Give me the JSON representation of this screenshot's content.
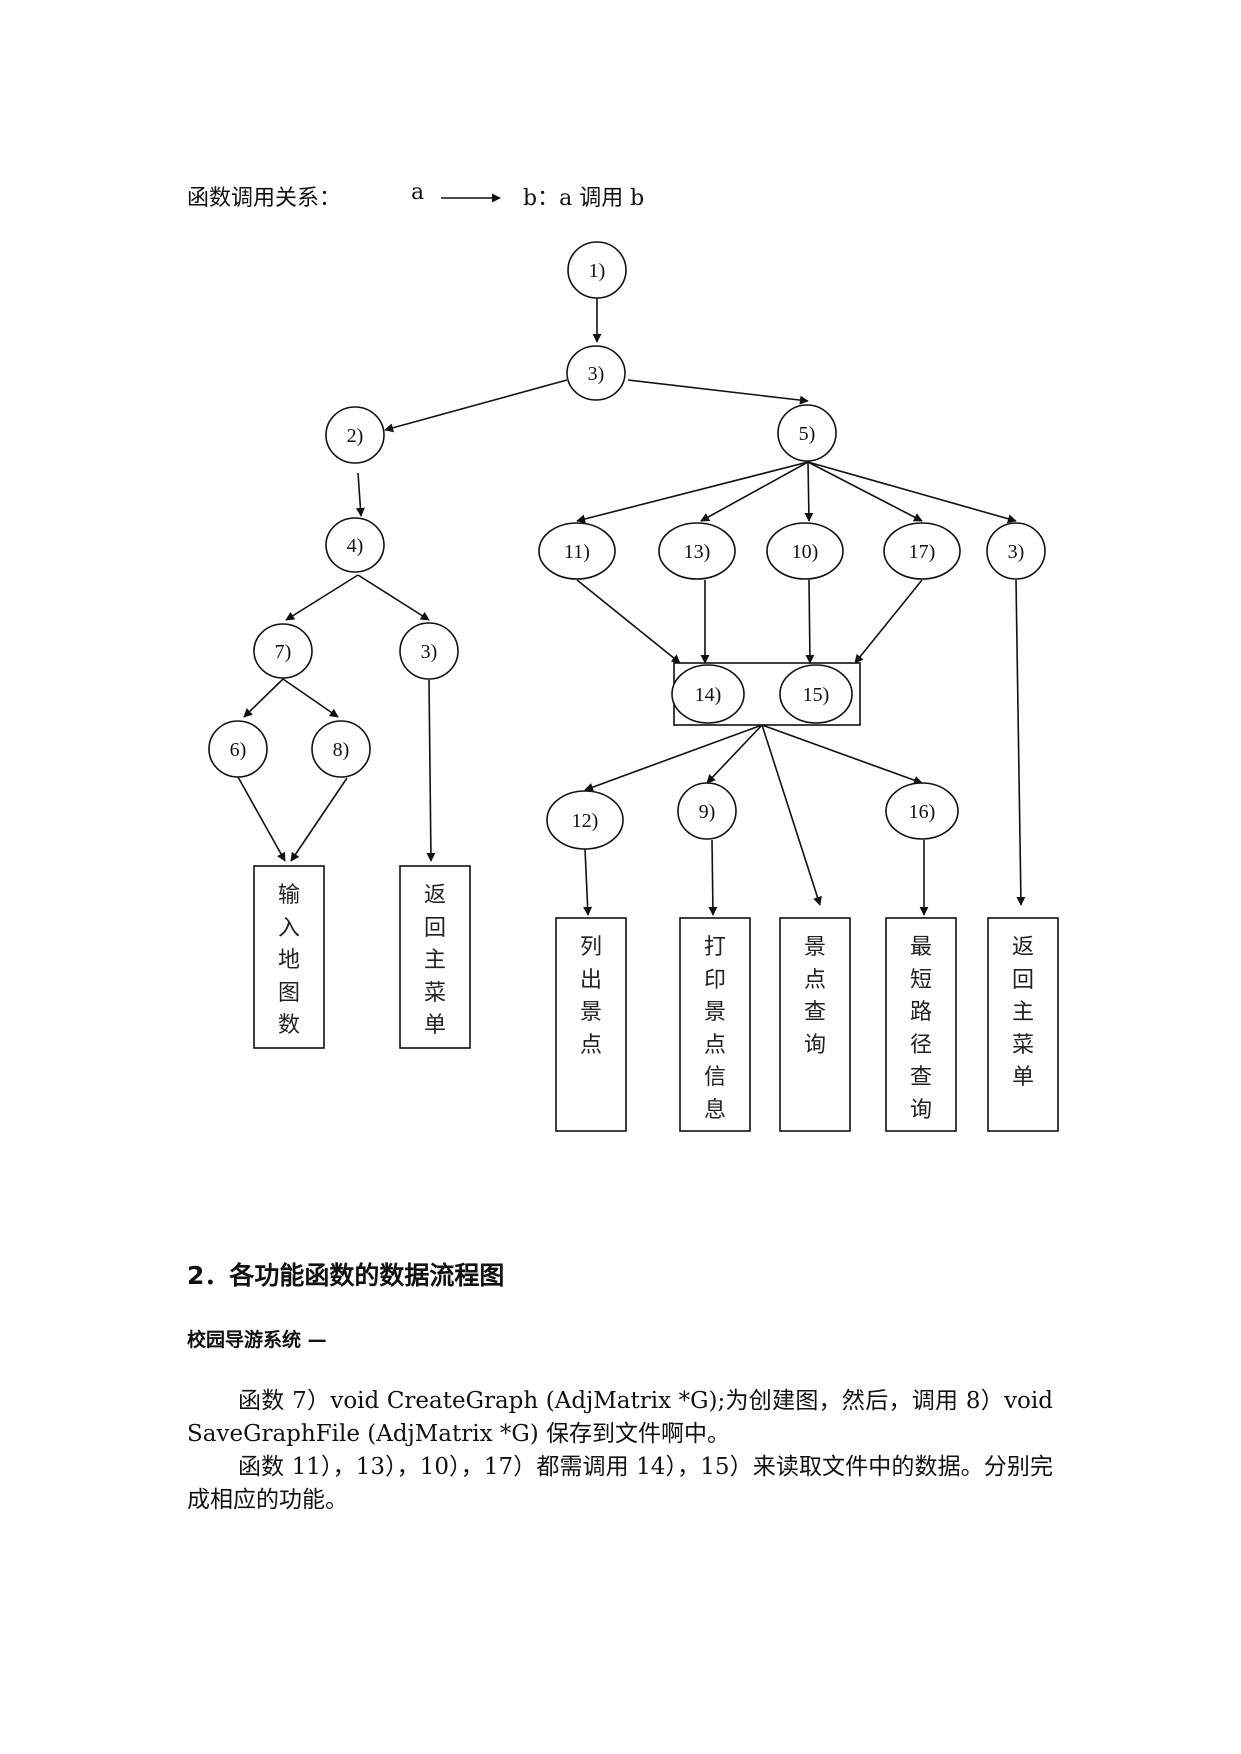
{
  "legend": {
    "label": "函数调用关系：",
    "from": "a",
    "to": "b：a 调用 b"
  },
  "diagram": {
    "nodes": [
      {
        "id": "n1",
        "label": "1)"
      },
      {
        "id": "n3a",
        "label": "3)"
      },
      {
        "id": "n2",
        "label": "2)"
      },
      {
        "id": "n5",
        "label": "5)"
      },
      {
        "id": "n4",
        "label": "4)"
      },
      {
        "id": "n11",
        "label": "11)"
      },
      {
        "id": "n13",
        "label": "13)"
      },
      {
        "id": "n10",
        "label": "10)"
      },
      {
        "id": "n17",
        "label": "17)"
      },
      {
        "id": "n3c",
        "label": "3)"
      },
      {
        "id": "n7",
        "label": "7)"
      },
      {
        "id": "n3b",
        "label": "3)"
      },
      {
        "id": "n14",
        "label": "14)"
      },
      {
        "id": "n15",
        "label": "15)"
      },
      {
        "id": "n6",
        "label": "6)"
      },
      {
        "id": "n8",
        "label": "8)"
      },
      {
        "id": "n12",
        "label": "12)"
      },
      {
        "id": "n9",
        "label": "9)"
      },
      {
        "id": "n16",
        "label": "16)"
      }
    ],
    "boxes": [
      {
        "id": "b1",
        "label": "输入地图数"
      },
      {
        "id": "b2",
        "label": "返回主菜单"
      },
      {
        "id": "b3",
        "label": "列出景点"
      },
      {
        "id": "b4",
        "label": "打印景点信息"
      },
      {
        "id": "b5",
        "label": "景点查询"
      },
      {
        "id": "b6",
        "label": "最短路径查询"
      },
      {
        "id": "b7",
        "label": "返回主菜单"
      }
    ]
  },
  "section": {
    "heading": "2．各功能函数的数据流程图",
    "subheading": "校园导游系统 —",
    "paragraphs": [
      "函数 7）void CreateGraph (AdjMatrix *G);为创建图，然后，调用 8）void SaveGraphFile (AdjMatrix *G) 保存到文件啊中。",
      "函数 11），13），10），17）都需调用 14），15）来读取文件中的数据。分别完成相应的功能。"
    ]
  }
}
